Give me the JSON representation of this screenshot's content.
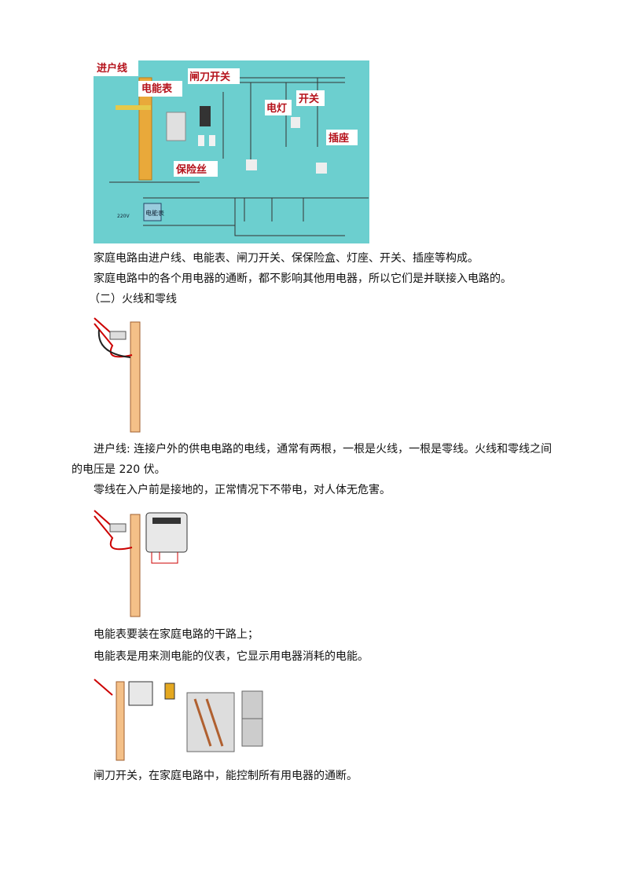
{
  "figure1": {
    "labels": {
      "incoming": "进户线",
      "meter": "电能表",
      "knife_switch": "闸刀开关",
      "lamp": "电灯",
      "switch": "开关",
      "socket": "插座",
      "fuse": "保险丝",
      "meter_box": "电能表",
      "voltage": "220V"
    },
    "background": "#6ccfcf",
    "label_color": "#b5121b"
  },
  "paragraphs": {
    "p1": "家庭电路由进户线、电能表、闸刀开关、保保险盒、灯座、开关、插座等构成。",
    "p2": "家庭电路中的各个用电器的通断，都不影响其他用电器，所以它们是并联接入电路的。",
    "h2": "（二）火线和零线",
    "p3a": "进户线: 连接户外的供电电路的电线，通常有两根，一根是火线，一根是零线。火线和零线之间",
    "p3b": "的电压是 220 伏。",
    "p4": "零线在入户前是接地的，正常情况下不带电，对人体无危害。",
    "p5": "电能表要装在家庭电路的干路上；",
    "p6": "电能表是用来测电能的仪表，它显示用电器消耗的电能。",
    "p7": "闸刀开关，在家庭电路中，能控制所有用电器的通断。"
  }
}
